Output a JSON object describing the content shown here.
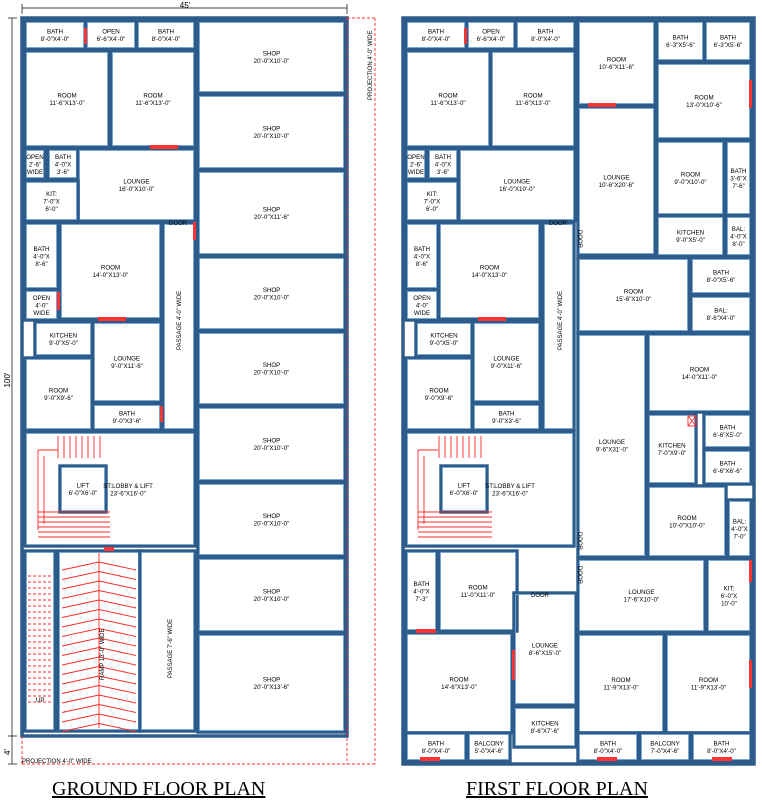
{
  "titles": {
    "ground": "GROUND FLOOR PLAN",
    "first": "FIRST FLOOR PLAN"
  },
  "dimensions": {
    "width": "45'",
    "depth": "100'",
    "front_setback": "4'"
  },
  "projections": {
    "side": "PROJECTION 4'-0\" WIDE",
    "front": "PROJECTION 4'-0\" WIDE"
  },
  "ground_rooms": [
    [
      "BATH",
      "8'-0\"X4'-0\""
    ],
    [
      "OPEN",
      "6'-6\"X4'-0\""
    ],
    [
      "BATH",
      "8'-0\"X4'-0\""
    ],
    [
      "ROOM",
      "11'-6\"X13'-0\""
    ],
    [
      "ROOM",
      "11'-6\"X13'-0\""
    ],
    [
      "OPEN",
      "2'-6\"",
      "WIDE"
    ],
    [
      "BATH",
      "4'-0\"X",
      "3'-6\""
    ],
    [
      "LOUNGE",
      "16'-0\"X10'-0\""
    ],
    [
      "KIT:",
      "7'-0\"X",
      "6'-0\""
    ],
    [
      "BATH",
      "4'-0\"X",
      "8'-6\""
    ],
    [
      "ROOM",
      "14'-0\"X13'-0\""
    ],
    [
      "OPEN",
      "4'-0\"",
      "WIDE"
    ],
    [
      "KITCHEN",
      "9'-0\"X5'-0\""
    ],
    [
      "LOUNGE",
      "9'-0\"X11'-6\""
    ],
    [
      "ROOM",
      "9'-0\"X9'-6\""
    ],
    [
      "BATH",
      "9'-0\"X3'-6\""
    ],
    [
      "LIFT",
      "6'-0\"X6'-0\""
    ],
    [
      "ST:LOBBY & LIFT",
      "23'-6\"X16'-0\""
    ],
    [
      "SHOP",
      "20'-0\"X10'-0\""
    ],
    [
      "SHOP",
      "20'-0\"X10'-0\""
    ],
    [
      "SHOP",
      "20'-0\"X11'-6\""
    ],
    [
      "SHOP",
      "20'-0\"X10'-0\""
    ],
    [
      "SHOP",
      "20'-0\"X10'-0\""
    ],
    [
      "SHOP",
      "20'-0\"X10'-0\""
    ],
    [
      "SHOP",
      "20'-0\"X10'-0\""
    ],
    [
      "SHOP",
      "20'-0\"X10'-0\""
    ],
    [
      "SHOP",
      "20'-0\"X13'-6\""
    ]
  ],
  "ground_misc": {
    "passage_top": "PASSAGE 4'-0\" WIDE",
    "passage_bottom": "PASSAGE 7'-6\" WIDE",
    "ramp": "RAMP 13'-0\" WIDE",
    "door": "DOOR",
    "up": "UP"
  },
  "first_rooms": [
    [
      "BATH",
      "8'-0\"X4'-0\""
    ],
    [
      "OPEN",
      "6'-6\"X4'-0\""
    ],
    [
      "BATH",
      "8'-0\"X4'-0\""
    ],
    [
      "ROOM",
      "11'-6\"X13'-0\""
    ],
    [
      "ROOM",
      "11'-6\"X13'-0\""
    ],
    [
      "OPEN",
      "2'-6\"",
      "WIDE"
    ],
    [
      "BATH",
      "4'-0\"X",
      "3'-6\""
    ],
    [
      "LOUNGE",
      "16'-0\"X10'-0\""
    ],
    [
      "KIT:",
      "7'-0\"X",
      "6'-0\""
    ],
    [
      "BATH",
      "4'-0\"X",
      "8'-6\""
    ],
    [
      "ROOM",
      "14'-0\"X13'-0\""
    ],
    [
      "OPEN",
      "4'-0\"",
      "WIDE"
    ],
    [
      "KITCHEN",
      "9'-0\"X5'-0\""
    ],
    [
      "LOUNGE",
      "9'-0\"X11'-6\""
    ],
    [
      "ROOM",
      "9'-0\"X9'-6\""
    ],
    [
      "BATH",
      "9'-0\"X3'-6\""
    ],
    [
      "LIFT",
      "6'-0\"X6'-0\""
    ],
    [
      "ST:LOBBY & LIFT",
      "23'-6\"X16'-0\""
    ],
    [
      "BATH",
      "4'-0\"X",
      "7'-3\""
    ],
    [
      "ROOM",
      "11'-0\"X11'-0\""
    ],
    [
      "ROOM",
      "14'-6\"X13'-0\""
    ],
    [
      "LOUNGE",
      "8'-6\"X15'-0\""
    ],
    [
      "KITCHEN",
      "8'-6\"X7'-6\""
    ],
    [
      "BATH",
      "8'-0\"X4'-0\""
    ],
    [
      "BALCONY",
      "5'-0\"X4'-6\""
    ],
    [
      "ROOM",
      "10'-6\"X11'-6\""
    ],
    [
      "BATH",
      "6'-3\"X5'-6\""
    ],
    [
      "BATH",
      "6'-3\"X5'-6\""
    ],
    [
      "ROOM",
      "13'-0\"X10'-6\""
    ],
    [
      "LOUNGE",
      "10'-6\"X20'-6\""
    ],
    [
      "ROOM",
      "9'-0\"X10'-0\""
    ],
    [
      "BATH",
      "3'-6\"X",
      "7'-6\""
    ],
    [
      "KITCHEN",
      "9'-0\"X5'-0\""
    ],
    [
      "BAL:",
      "4'-0\"X",
      "8'-0\""
    ],
    [
      "ROOM",
      "15'-6\"X10'-0\""
    ],
    [
      "BATH",
      "8'-0\"X5'-6\""
    ],
    [
      "BAL:",
      "8'-6\"X4'-0\""
    ],
    [
      "ROOM",
      "14'-0\"X11'-0\""
    ],
    [
      "LOUNGE",
      "9'-6\"X31'-0\""
    ],
    [
      "KITCHEN",
      "7'-0\"X9'-0\""
    ],
    [
      "BATH",
      "6'-6\"X5'-0\""
    ],
    [
      "BATH",
      "6'-6\"X6'-6\""
    ],
    [
      "ROOM",
      "10'-0\"X10'-0\""
    ],
    [
      "BAL:",
      "4'-0\"X",
      "7'-0\""
    ],
    [
      "LOUNGE",
      "17'-6\"X10'-0\""
    ],
    [
      "KIT:",
      "6'-0\"X",
      "10'-0\""
    ],
    [
      "ROOM",
      "11'-9\"X13'-0\""
    ],
    [
      "ROOM",
      "11'-9\"X13'-0\""
    ],
    [
      "BATH",
      "8'-0\"X4'-0\""
    ],
    [
      "BALCONY",
      "7'-0\"X4'-6\""
    ],
    [
      "BATH",
      "8'-0\"X4'-0\""
    ]
  ],
  "first_misc": {
    "passage": "PASSAGE 4'-0\" WIDE",
    "door": "DOOR",
    "door_v": "DOOR"
  }
}
